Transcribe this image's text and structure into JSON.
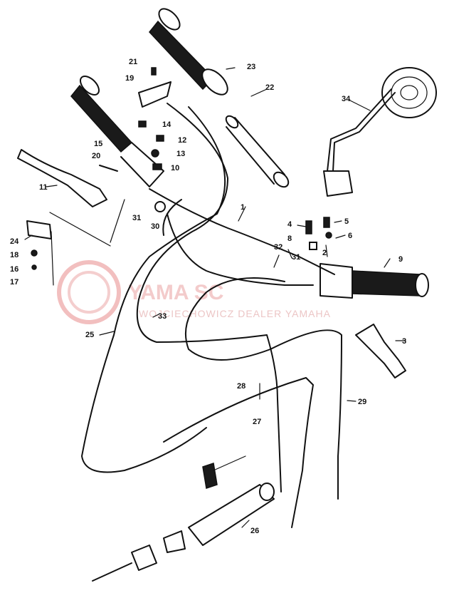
{
  "watermark": {
    "main": "YAMA SC",
    "sub": "WOJCIECHOWICZ DEALER YAMAHA",
    "color": "#e8a0a0"
  },
  "callouts": [
    "1",
    "2",
    "3",
    "4",
    "5",
    "6",
    "8",
    "9",
    "10",
    "11",
    "12",
    "13",
    "14",
    "15",
    "16",
    "17",
    "18",
    "19",
    "20",
    "21",
    "22",
    "23",
    "24",
    "25",
    "26",
    "27",
    "28",
    "29",
    "30",
    "31",
    "31",
    "32",
    "33",
    "34"
  ]
}
